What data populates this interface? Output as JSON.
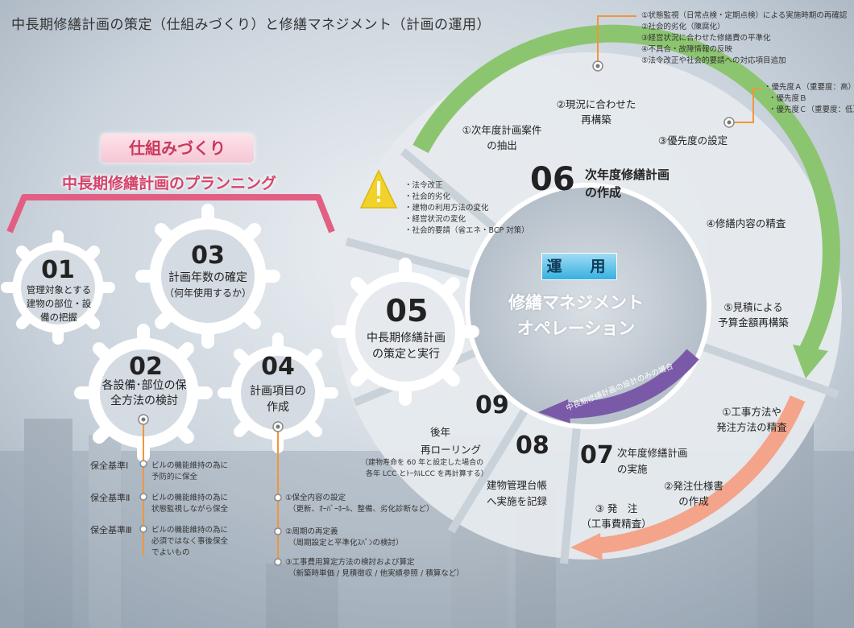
{
  "title": "中長期修繕計画の策定（仕組みづくり）と修繕マネジメント（計画の運用）",
  "left": {
    "badge": "仕組みづくり",
    "subtitle": "中長期修繕計画のプランニング",
    "gears": [
      {
        "num": "01",
        "text": "管理対象とする建物の部位・設備の把握"
      },
      {
        "num": "02",
        "text": "各設備･部位の保全方法の検討"
      },
      {
        "num": "03",
        "text": "計画年数の確定",
        "sub": "（何年使用するか）"
      },
      {
        "num": "04",
        "text": "計画項目の作成"
      },
      {
        "num": "05",
        "text": "中長期修繕計画の策定と実行"
      }
    ],
    "standards": [
      {
        "label": "保全基準Ⅰ",
        "desc": "ビルの機能維持の為に予防的に保全"
      },
      {
        "label": "保全基準Ⅱ",
        "desc": "ビルの機能維持の為に状態監視しながら保全"
      },
      {
        "label": "保全基準Ⅲ",
        "desc": "ビルの機能維持の為に必須ではなく事後保全でよいもの"
      }
    ],
    "plan_items": [
      {
        "label": "①保全内容の設定",
        "desc": "（更新、ｵｰﾊﾞｰﾎｰﾙ、整備、劣化診断など）"
      },
      {
        "label": "②周期の再定義",
        "desc": "（周期設定と平準化ｽﾊﾟﾝの検討）"
      },
      {
        "label": "③工事費用算定方法の検討および算定",
        "desc": "（新築時単価 / 見積徴収 / 他実績参照 / 積算など）"
      }
    ]
  },
  "right": {
    "center_badge": "運　用",
    "center_title_1": "修繕マネジメント",
    "center_title_2": "オペレーション",
    "seg06_num": "06",
    "seg06_text_1": "次年度修繕計画",
    "seg06_text_2": "の作成",
    "steps06": [
      {
        "line1": "①次年度計画案件",
        "line2": "の抽出"
      },
      {
        "line1": "②現況に合わせた",
        "line2": "再構築"
      },
      {
        "line1": "③優先度の設定",
        "line2": ""
      },
      {
        "line1": "④修繕内容の精査",
        "line2": ""
      },
      {
        "line1": "⑤見積による",
        "line2": "予算金額再構築"
      }
    ],
    "reconstruct_notes": [
      "①状態監視（日常点検・定期点検）による実施時期の再確認",
      "②社会的劣化（陳腐化）",
      "③経営状況に合わせた修繕費の平準化",
      "④不具合・故障情報の反映",
      "⑤法令改正や社会的要請への対応項目追加"
    ],
    "priority_notes": [
      "・優先度Ａ（重要度：高）",
      "・優先度Ｂ",
      "・優先度Ｃ（重要度：低）"
    ],
    "warning_items": [
      "・法令改正",
      "・社会的劣化",
      "・建物の利用方法の変化",
      "・経営状況の変化",
      "・社会的要請（省エネ・BCP 対策）"
    ],
    "seg07_num": "07",
    "seg07_text_1": "次年度修繕計画",
    "seg07_text_2": "の実施",
    "steps07": [
      {
        "line1": "①工事方法や",
        "line2": "発注方法の精査"
      },
      {
        "line1": "②発注仕様書",
        "line2": "の作成"
      },
      {
        "line1": "③ 発　注",
        "line2": "（工事費精査）"
      }
    ],
    "seg08_num": "08",
    "seg08_text_1": "建物管理台帳",
    "seg08_text_2": "へ実施を記録",
    "seg09_num": "09",
    "seg09_text_1": "後年",
    "seg09_text_2": "再ローリング",
    "seg09_note_1": "（建物寿命を 60 年と設定した場合の",
    "seg09_note_2": "各年 LCC とﾄｰﾀﾙLCC を再計算する）",
    "purple_arrow_label": "中長期修繕計画の設計のみの場合"
  },
  "colors": {
    "green_arrow": "#8cc56f",
    "salmon_arrow": "#f4a48a",
    "purple_arrow": "#7a5aa8",
    "pink": "#d6436b",
    "orange_line": "#f0963a",
    "blue_badge": "#37b0e0"
  }
}
